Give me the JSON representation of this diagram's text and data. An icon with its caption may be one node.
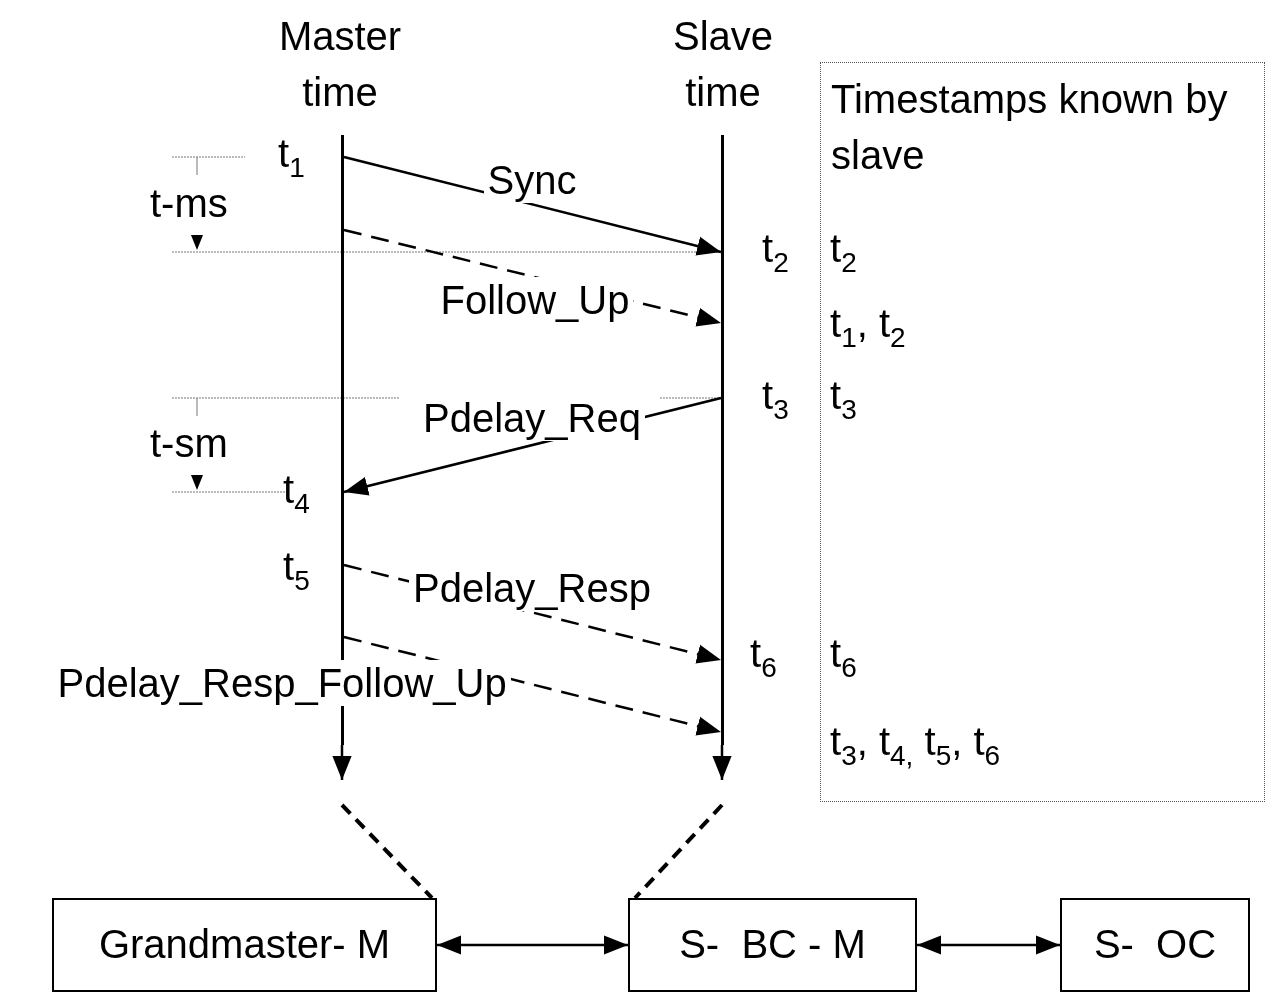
{
  "diagram": {
    "nodes": [
      {
        "text": [
          "Master time"
        ]
      },
      {
        "text": [
          "Slave time"
        ]
      },
      {
        "text": [],
        "shape": "bar"
      },
      {
        "text": [],
        "shape": "bar"
      },
      {
        "text": [
          "Timestamps known by slave"
        ]
      },
      {
        "text": [
          "Grandmaster- M"
        ]
      },
      {
        "text": [
          "S-  BC - M"
        ]
      },
      {
        "text": [
          "S-  OC"
        ]
      }
    ],
    "edges": [
      {
        "from": 2,
        "to": 3,
        "arrow": "to",
        "label": "Sync"
      },
      {
        "from": 2,
        "to": 3,
        "arrow": "to",
        "label": "Follow_Up",
        "style": "dashed"
      },
      {
        "from": 3,
        "to": 2,
        "arrow": "to",
        "label": "Pdelay_Req"
      },
      {
        "from": 2,
        "to": 3,
        "arrow": "to",
        "label": "Pdelay_Resp",
        "style": "dashed"
      },
      {
        "from": 2,
        "to": 3,
        "arrow": "to",
        "label": "Pdelay_Resp_Follow_Up",
        "style": "dashed"
      },
      {
        "from": 2,
        "to": null,
        "arrow": "to"
      },
      {
        "from": 3,
        "to": null,
        "arrow": "to"
      },
      {
        "from": null,
        "to": 5,
        "arrow": "none",
        "style": "dashed"
      },
      {
        "from": null,
        "to": 6,
        "arrow": "none",
        "style": "dashed"
      },
      {
        "from": 5,
        "to": 6,
        "arrow": "both"
      },
      {
        "from": 6,
        "to": 7,
        "arrow": "both"
      }
    ],
    "labels": [
      "t$_{1}$",
      "t-ms",
      "t$_{2}$",
      "t$_{2}$",
      "t$_{1}$, t$_{2}$",
      "t$_{3}$",
      "t$_{3}$",
      "t-sm",
      "t$_{4}$",
      "t$_{5}$",
      "t$_{6}$",
      "t$_{6}$",
      "t$_{3}$, t$_{4,}$ t$_{5}$, t$_{6}$"
    ]
  }
}
